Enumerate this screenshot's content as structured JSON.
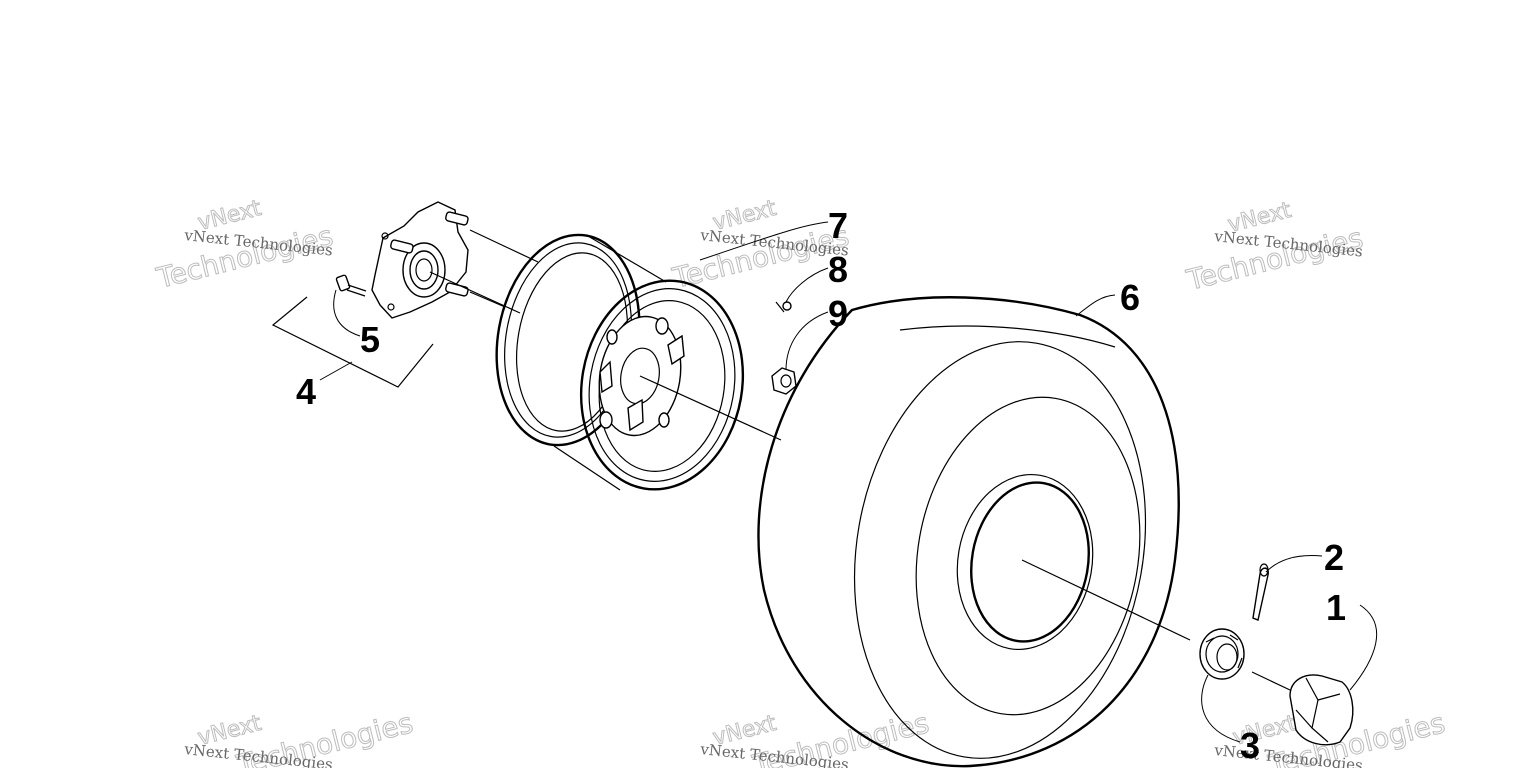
{
  "callouts": [
    {
      "label": "1"
    },
    {
      "label": "2"
    },
    {
      "label": "3"
    },
    {
      "label": "4"
    },
    {
      "label": "5"
    },
    {
      "label": "6"
    },
    {
      "label": "7"
    },
    {
      "label": "8"
    },
    {
      "label": "9"
    }
  ],
  "watermark": {
    "small": "vNext Technologies",
    "big_top": "vNext",
    "big_bottom": "Technologies"
  }
}
